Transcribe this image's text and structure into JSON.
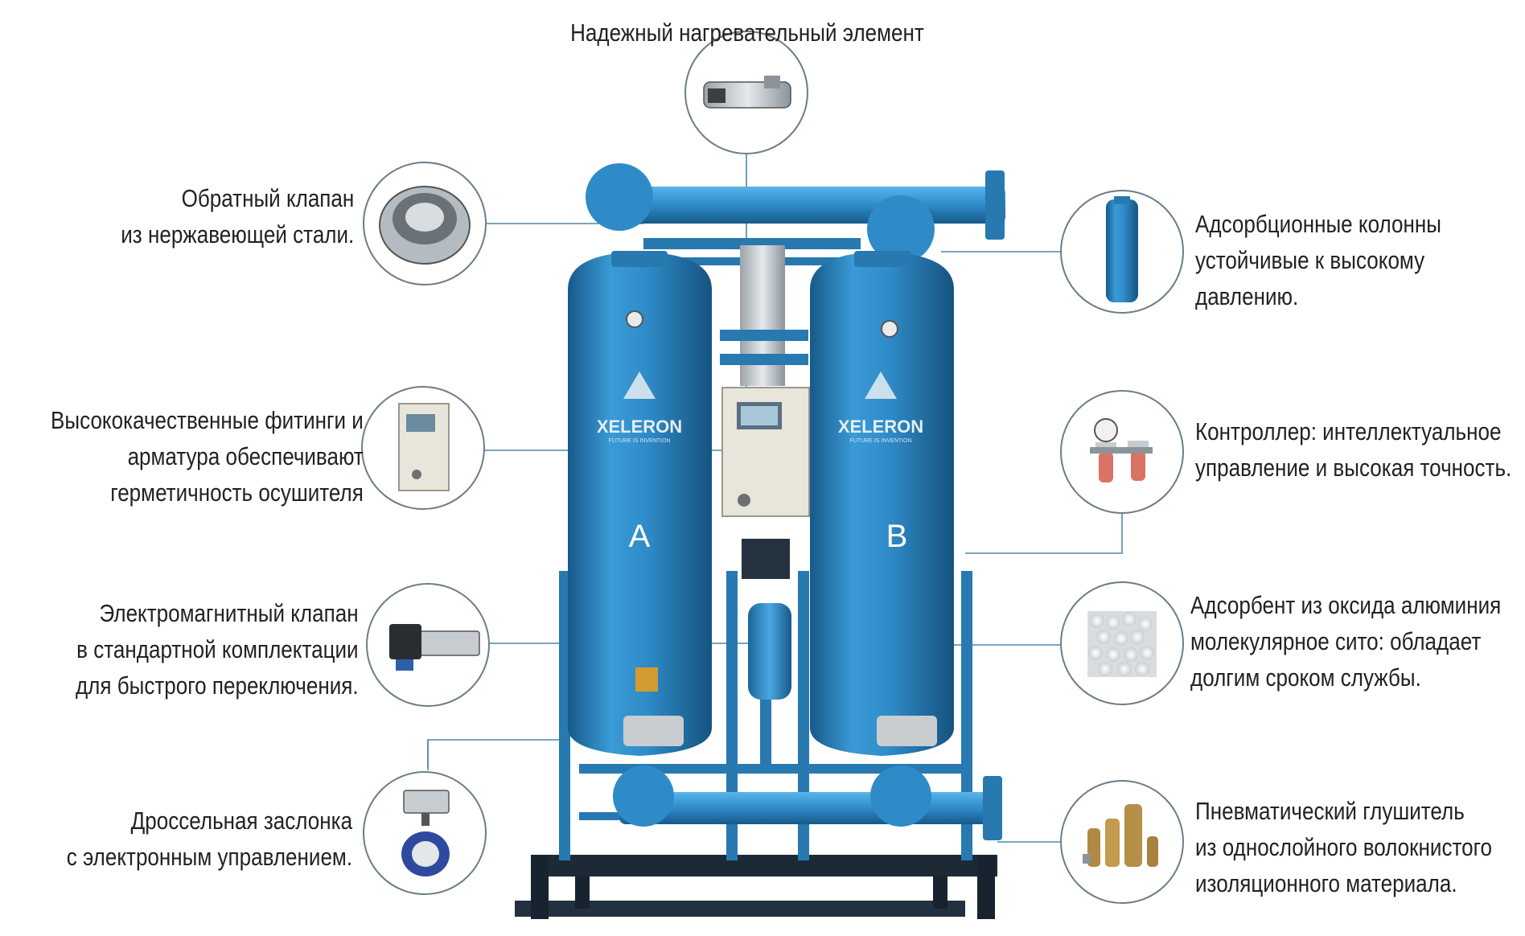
{
  "machine": {
    "brand": "XELERON",
    "tagline": "FUTURE IS INVENTION",
    "tank_a_label": "A",
    "tank_b_label": "B",
    "body_color": "#2e86c1",
    "frame_color": "#1d2a36"
  },
  "callouts": {
    "heating_element": {
      "lines": [
        "Надежный нагревательный элемент"
      ],
      "icon": "heating-element-icon"
    },
    "check_valve": {
      "lines": [
        "Обратный клапан",
        "из нержавеющей стали."
      ],
      "icon": "check-valve-icon"
    },
    "fittings": {
      "lines": [
        "Высококачественные фитинги и",
        "арматура обеспечивают",
        "герметичность осушителя"
      ],
      "icon": "control-box-icon"
    },
    "solenoid_valve": {
      "lines": [
        "Электромагнитный клапан",
        "в стандартной комплектации",
        "для быстрого переключения."
      ],
      "icon": "solenoid-valve-icon"
    },
    "butterfly_valve": {
      "lines": [
        "Дроссельная заслонка",
        "с электронным управлением."
      ],
      "icon": "butterfly-valve-icon"
    },
    "columns": {
      "lines": [
        "Адсорбционные колонны",
        "устойчивые к высокому",
        "давлению."
      ],
      "icon": "column-icon"
    },
    "controller": {
      "lines": [
        "Контроллер: интеллектуальное",
        "управление и высокая точность."
      ],
      "icon": "filter-regulator-icon"
    },
    "adsorbent": {
      "lines": [
        "Адсорбент из оксида алюминия",
        "молекулярное сито: обладает",
        "долгим сроком службы."
      ],
      "icon": "adsorbent-beads-icon"
    },
    "muffler": {
      "lines": [
        "Пневматический глушитель",
        "из однослойного волокнистого",
        "изоляционного материала."
      ],
      "icon": "muffler-icon"
    }
  }
}
